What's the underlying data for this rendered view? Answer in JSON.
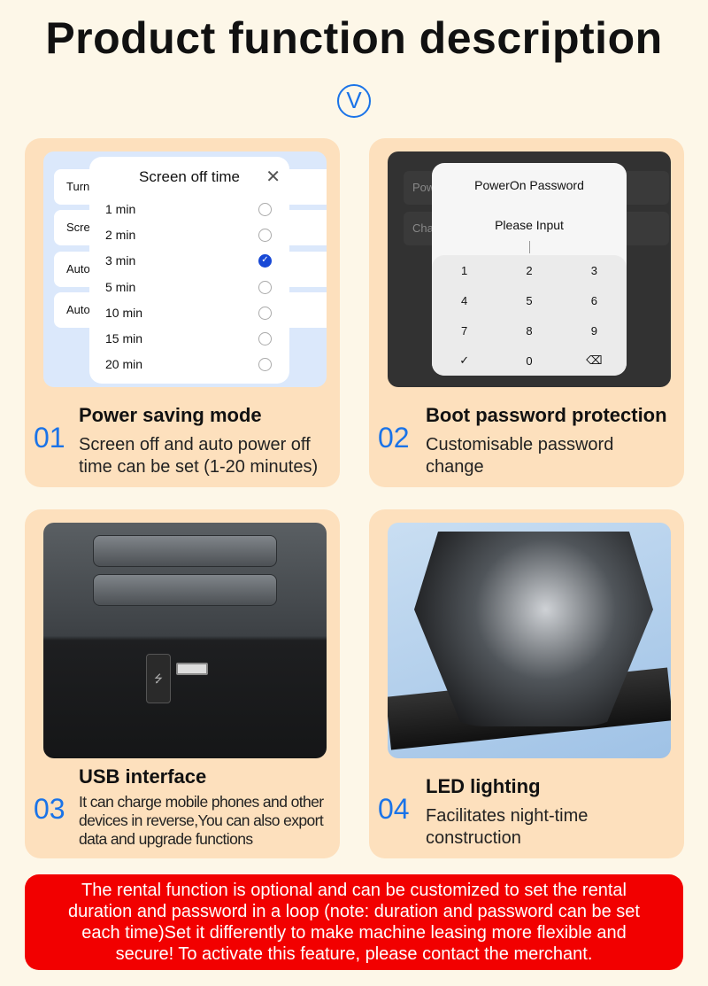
{
  "title": "Product function description",
  "badge": "V",
  "cards": [
    {
      "num": "01",
      "heading": "Power saving mode",
      "desc": "Screen off and auto power off time can be set (1-20 minutes)",
      "screen": {
        "bg_rows": [
          "Turn",
          "Scre",
          "Auto",
          "Auto"
        ],
        "dialog_title": "Screen off time",
        "options": [
          "1 min",
          "2 min",
          "3 min",
          "5 min",
          "10 min",
          "15 min",
          "20 min"
        ],
        "selected": "3 min"
      }
    },
    {
      "num": "02",
      "heading": "Boot password protection",
      "desc": "Customisable password change",
      "screen": {
        "bg_rows": [
          "Pow",
          "Cha"
        ],
        "dialog_title": "PowerOn Password",
        "prompt": "Please Input",
        "keys": [
          "1",
          "2",
          "3",
          "4",
          "5",
          "6",
          "7",
          "8",
          "9",
          "✓",
          "0",
          "⌫"
        ]
      }
    },
    {
      "num": "03",
      "heading": "USB interface",
      "desc": "It can charge mobile phones and other devices in reverse,You can also export data and upgrade functions"
    },
    {
      "num": "04",
      "heading": "LED lighting",
      "desc": "Facilitates night-time construction"
    }
  ],
  "banner": "The rental function is optional and can be customized to set the rental duration and password in a loop (note: duration and password can be set each time)Set it differently to make machine leasing more flexible and secure! To activate this feature, please contact the merchant.",
  "colors": {
    "accent": "#1a73e8",
    "card": "#fde0bd",
    "banner": "#f20000"
  }
}
